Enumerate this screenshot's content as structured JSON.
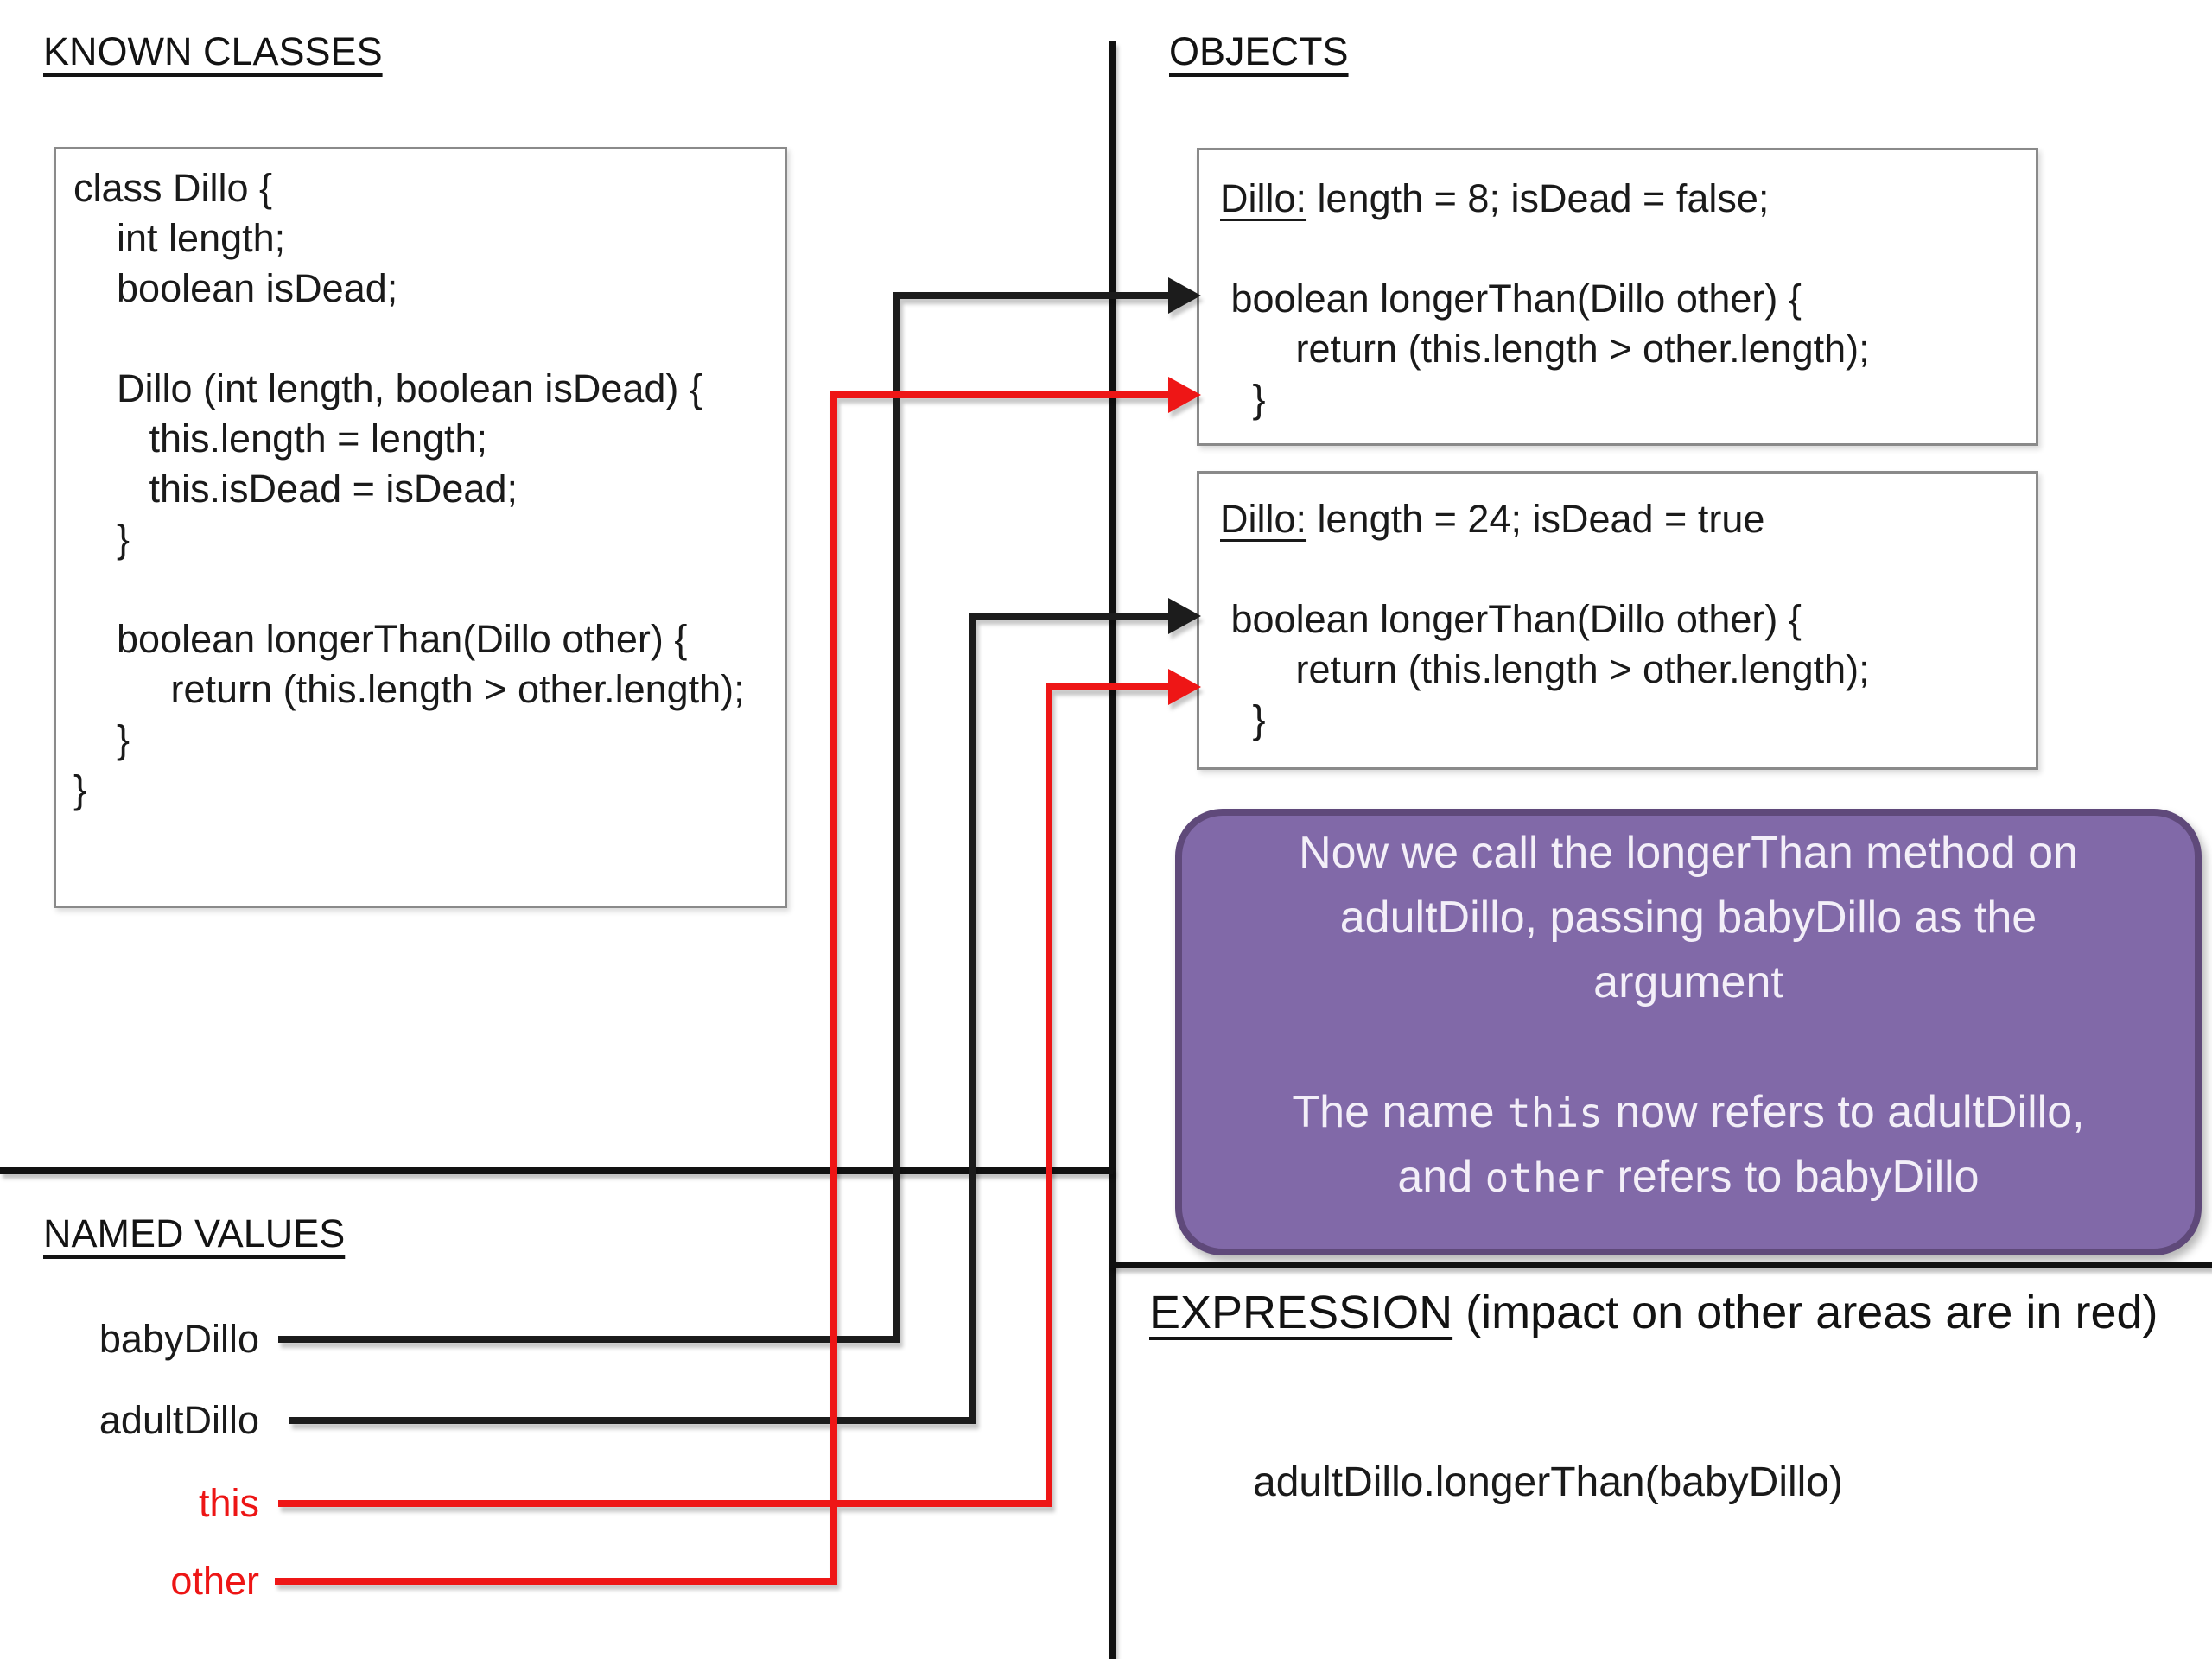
{
  "titles": {
    "known_classes": "KNOWN CLASSES",
    "objects": "OBJECTS",
    "named_values": "NAMED VALUES",
    "expression_heading": "EXPRESSION",
    "expression_note": " (impact on other areas are in red)"
  },
  "known_classes_code": {
    "lines": [
      "class Dillo {",
      "    int length;",
      "    boolean isDead;",
      "",
      "    Dillo (int length, boolean isDead) {",
      "       this.length = length;",
      "       this.isDead = isDead;",
      "    }",
      "",
      "    boolean longerThan(Dillo other) {",
      "         return (this.length > other.length);",
      "    }",
      "}"
    ]
  },
  "objects": [
    {
      "header_label": "Dillo:",
      "header_rest": " length = 8; isDead = false;",
      "lines": [
        " boolean longerThan(Dillo other) {",
        "       return (this.length > other.length);",
        "   }"
      ]
    },
    {
      "header_label": "Dillo:",
      "header_rest": " length = 24; isDead = true",
      "lines": [
        " boolean longerThan(Dillo other) {",
        "       return (this.length > other.length);",
        "   }"
      ]
    }
  ],
  "callout": {
    "background": "#8169a8",
    "border_color": "#5f497a",
    "text_color": "#f3eff8",
    "para1": [
      "Now we call the longerThan method on",
      "adultDillo, passing babyDillo as the",
      "argument"
    ],
    "para2": [
      [
        {
          "t": "The name "
        },
        {
          "t": "this",
          "mono": true
        },
        {
          "t": " now refers to adultDillo,"
        }
      ],
      [
        {
          "t": "and "
        },
        {
          "t": "other",
          "mono": true
        },
        {
          "t": " refers to babyDillo"
        }
      ]
    ]
  },
  "named_values": [
    {
      "label": "babyDillo",
      "color": "#1a1a1a"
    },
    {
      "label": "adultDillo",
      "color": "#1a1a1a"
    },
    {
      "label": "this",
      "color": "#ed1515"
    },
    {
      "label": "other",
      "color": "#ed1515"
    }
  ],
  "expression": {
    "code": "adultDillo.longerThan(babyDillo)"
  },
  "colors": {
    "wire_black": "#1c1c1c",
    "wire_red": "#ee1212",
    "box_border": "#8a8a8a",
    "divider_black": "#111111"
  }
}
